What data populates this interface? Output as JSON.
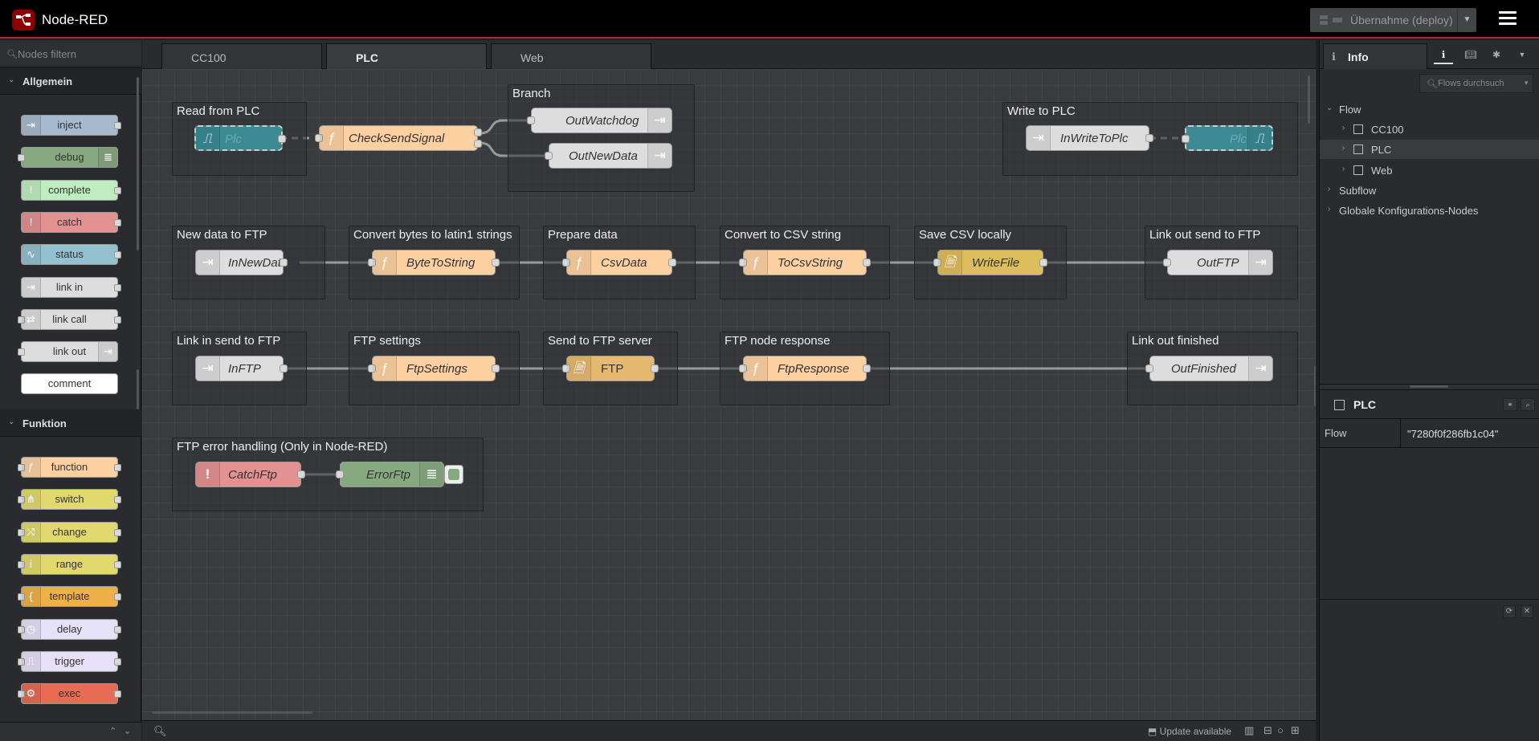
{
  "header": {
    "app_title": "Node-RED",
    "deploy_label": "Übernahme (deploy)",
    "logo_icon": "node-red-logo-icon",
    "menu_icon": "hamburger-menu-icon"
  },
  "palette": {
    "search_placeholder": "Nodes filtern",
    "categories": [
      {
        "label": "Allgemein",
        "nodes": [
          {
            "label": "inject",
            "color": "#a6bbcf"
          },
          {
            "label": "debug",
            "color": "#87a980"
          },
          {
            "label": "complete",
            "color": "#c0edc0"
          },
          {
            "label": "catch",
            "color": "#e49191"
          },
          {
            "label": "status",
            "color": "#94c1d0"
          },
          {
            "label": "link in",
            "color": "#dddddd"
          },
          {
            "label": "link call",
            "color": "#dddddd"
          },
          {
            "label": "link out",
            "color": "#dddddd"
          },
          {
            "label": "comment",
            "color": "#ffffff"
          }
        ]
      },
      {
        "label": "Funktion",
        "nodes": [
          {
            "label": "function",
            "color": "#fdd0a2"
          },
          {
            "label": "switch",
            "color": "#e2d96e"
          },
          {
            "label": "change",
            "color": "#e2d96e"
          },
          {
            "label": "range",
            "color": "#e2d96e"
          },
          {
            "label": "template",
            "color": "#f0b048"
          },
          {
            "label": "delay",
            "color": "#e6e0f8"
          },
          {
            "label": "trigger",
            "color": "#e6e0f8"
          },
          {
            "label": "exec",
            "color": "#e86c53"
          }
        ]
      }
    ]
  },
  "tabs": [
    "CC100",
    "PLC",
    "Web"
  ],
  "active_tab": "PLC",
  "flow": {
    "groups": {
      "read_plc": "Read from PLC",
      "branch": "Branch",
      "write_plc": "Write to PLC",
      "new_data_ftp": "New data to FTP",
      "convert_bytes": "Convert bytes to latin1 strings",
      "prepare_data": "Prepare data",
      "convert_csv": "Convert to CSV string",
      "save_csv": "Save CSV locally",
      "link_out_ftp": "Link out send to FTP",
      "link_in_ftp": "Link in send to FTP",
      "ftp_settings": "FTP settings",
      "send_ftp": "Send to FTP server",
      "ftp_response": "FTP node response",
      "link_out_finished": "Link out finished",
      "ftp_error": "FTP error handling (Only in Node-RED)"
    },
    "nodes": {
      "plc_read": "Plc",
      "check_send": "CheckSendSignal",
      "out_watchdog": "OutWatchdog",
      "out_new_data": "OutNewData",
      "in_write": "InWriteToPlc",
      "plc_write": "Plc",
      "in_new_data": "InNewData",
      "byte_to_string": "ByteToString",
      "csv_data": "CsvData",
      "to_csv_string": "ToCsvString",
      "write_file": "WriteFile",
      "out_ftp": "OutFTP",
      "in_ftp": "InFTP",
      "ftp_settings": "FtpSettings",
      "ftp": "FTP",
      "ftp_response": "FtpResponse",
      "out_finished": "OutFinished",
      "catch_ftp": "CatchFtp",
      "error_ftp": "ErrorFtp"
    },
    "colors": {
      "function": "#fdd0a2",
      "link": "#dddddd",
      "plc": "#3b8a94",
      "file": "#debd5c",
      "ftp": "#e6b970",
      "catch": "#e49191",
      "debug": "#87a980"
    }
  },
  "footer": {
    "update_text": "Update available"
  },
  "sidebar": {
    "tab_label": "Info",
    "search_placeholder": "Flows durchsuch",
    "tree": {
      "flow": "Flow",
      "flows": [
        "CC100",
        "PLC",
        "Web"
      ],
      "subflow": "Subflow",
      "global": "Globale Konfigurations-Nodes"
    },
    "details": {
      "title": "PLC",
      "key": "Flow",
      "value": "\"7280f0f286fb1c04\""
    }
  }
}
